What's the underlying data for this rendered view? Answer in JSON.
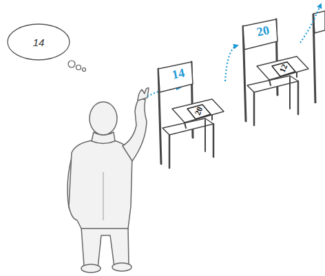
{
  "diagram": {
    "nodes": [
      {
        "text": [
          "14"
        ]
      },
      {
        "text": [
          "14",
          "20"
        ]
      },
      {
        "text": [
          "20",
          "12"
        ]
      }
    ],
    "edges": [
      {
        "from": 1,
        "to": 2,
        "arrow": "to"
      }
    ]
  }
}
